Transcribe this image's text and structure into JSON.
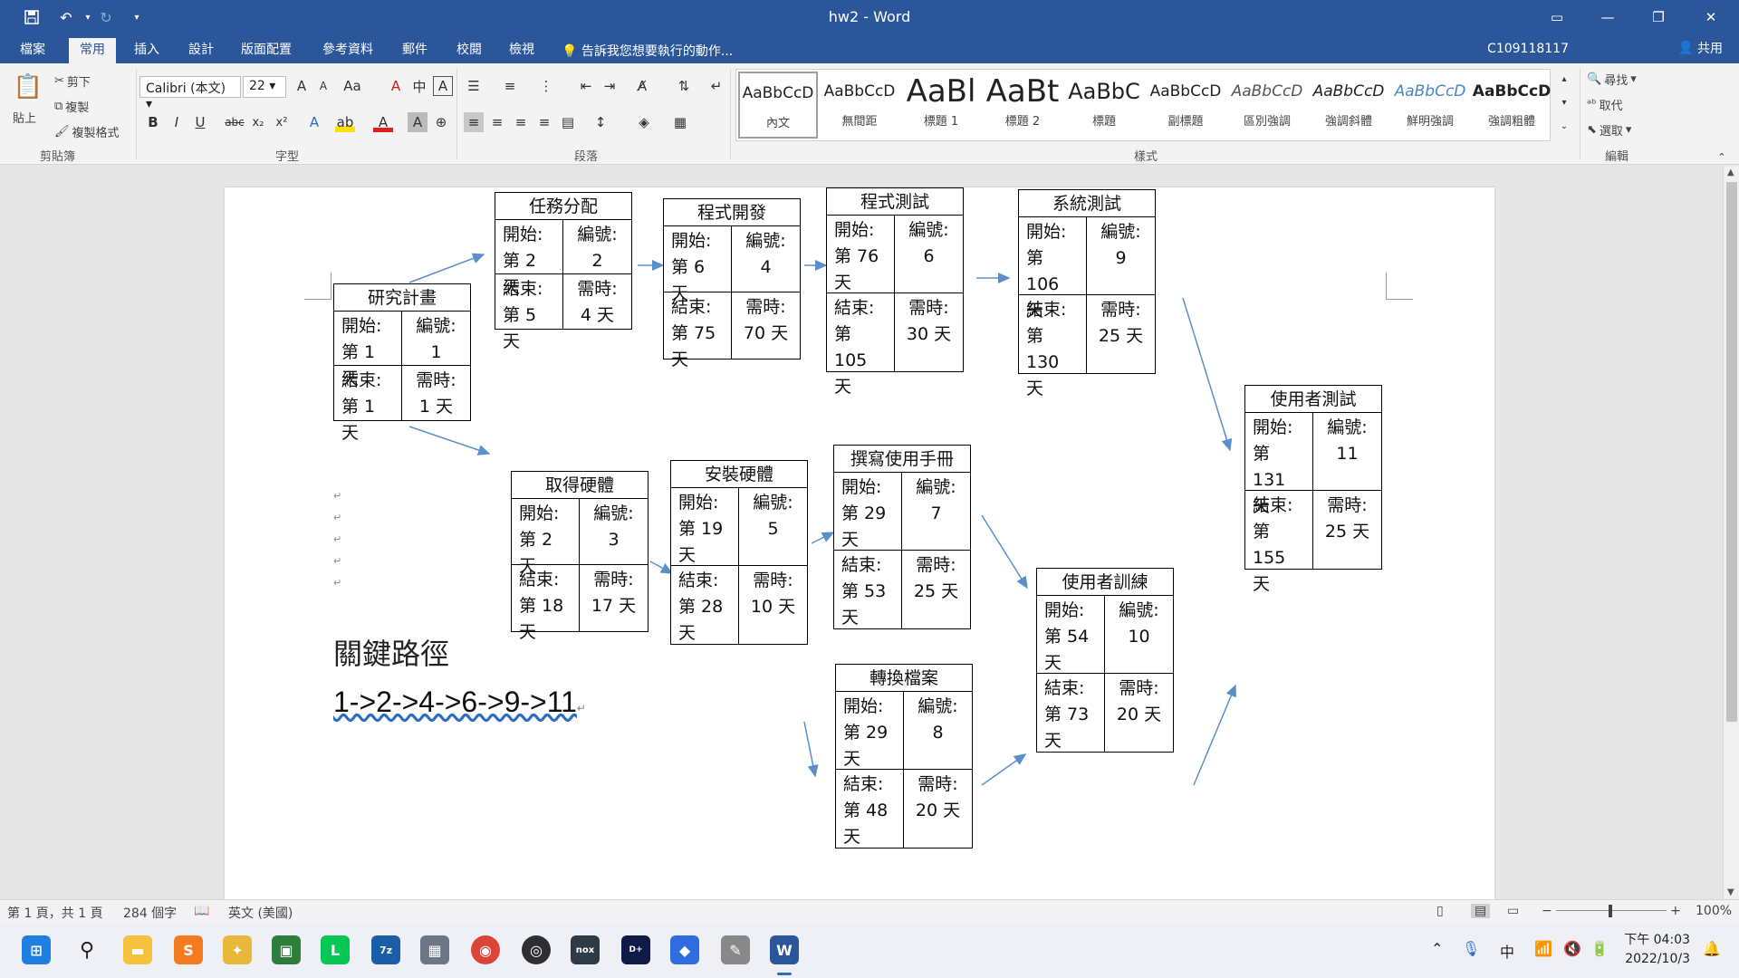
{
  "titlebar": {
    "title": "hw2 - Word",
    "qat": [
      "save-icon",
      "undo-icon",
      "redo-icon",
      "customize-icon"
    ],
    "window_buttons": [
      "ribbon-display-icon",
      "minimize-icon",
      "restore-icon",
      "close-icon"
    ]
  },
  "tabs": {
    "items": [
      "檔案",
      "常用",
      "插入",
      "設計",
      "版面配置",
      "參考資料",
      "郵件",
      "校閱",
      "檢視"
    ],
    "active": "常用",
    "tell_me": "告訴我您想要執行的動作...",
    "user": "C109118117",
    "share": "共用"
  },
  "ribbon": {
    "clipboard": {
      "paste": "貼上",
      "cut": "剪下",
      "copy": "複製",
      "format_painter": "複製格式",
      "label": "剪貼簿"
    },
    "font": {
      "family": "Calibri (本文)",
      "size": "22",
      "label": "字型"
    },
    "paragraph": {
      "label": "段落"
    },
    "styles": {
      "label": "樣式",
      "items": [
        {
          "sample": "AaBbCcD",
          "name": "內文"
        },
        {
          "sample": "AaBbCcD",
          "name": "無間距"
        },
        {
          "sample": "AaBl",
          "name": "標題 1"
        },
        {
          "sample": "AaBt",
          "name": "標題 2"
        },
        {
          "sample": "AaBbC",
          "name": "標題"
        },
        {
          "sample": "AaBbCcD",
          "name": "副標題"
        },
        {
          "sample": "AaBbCcD",
          "name": "區別強調"
        },
        {
          "sample": "AaBbCcD",
          "name": "強調斜體"
        },
        {
          "sample": "AaBbCcD",
          "name": "鮮明強調"
        },
        {
          "sample": "AaBbCcD",
          "name": "強調粗體"
        }
      ]
    },
    "editing": {
      "find": "尋找",
      "replace": "取代",
      "select": "選取",
      "label": "編輯"
    }
  },
  "nodes": [
    {
      "id": "n1",
      "title": "研究計畫",
      "start_label": "開始:",
      "start": "第 1 天",
      "no_label": "編號:",
      "no": "1",
      "end_label": "結束:",
      "end": "第 1 天",
      "dur_label": "需時:",
      "dur": "1 天"
    },
    {
      "id": "n2",
      "title": "任務分配",
      "start_label": "開始:",
      "start": "第 2 天",
      "no_label": "編號:",
      "no": "2",
      "end_label": "結束:",
      "end": "第 5 天",
      "dur_label": "需時:",
      "dur": "4 天"
    },
    {
      "id": "n3",
      "title": "取得硬體",
      "start_label": "開始:",
      "start": "第 2 天",
      "no_label": "編號:",
      "no": "3",
      "end_label": "結束:",
      "end": "第 18 天",
      "dur_label": "需時:",
      "dur": "17 天"
    },
    {
      "id": "n4",
      "title": "程式開發",
      "start_label": "開始:",
      "start": "第 6 天",
      "no_label": "編號:",
      "no": "4",
      "end_label": "結束:",
      "end": "第 75 天",
      "dur_label": "需時:",
      "dur": "70 天"
    },
    {
      "id": "n5",
      "title": "安裝硬體",
      "start_label": "開始:",
      "start": "第 19 天",
      "no_label": "編號:",
      "no": "5",
      "end_label": "結束:",
      "end": "第 28 天",
      "dur_label": "需時:",
      "dur": "10 天"
    },
    {
      "id": "n6",
      "title": "程式測試",
      "start_label": "開始:",
      "start": "第 76 天",
      "no_label": "編號:",
      "no": "6",
      "end_label": "結束:",
      "end": "第 105 天",
      "dur_label": "需時:",
      "dur": "30 天"
    },
    {
      "id": "n7",
      "title": "撰寫使用手冊",
      "start_label": "開始:",
      "start": "第 29 天",
      "no_label": "編號:",
      "no": "7",
      "end_label": "結束:",
      "end": "第 53 天",
      "dur_label": "需時:",
      "dur": "25 天"
    },
    {
      "id": "n8",
      "title": "轉換檔案",
      "start_label": "開始:",
      "start": "第 29 天",
      "no_label": "編號:",
      "no": "8",
      "end_label": "結束:",
      "end": "第 48 天",
      "dur_label": "需時:",
      "dur": "20 天"
    },
    {
      "id": "n9",
      "title": "系統測試",
      "start_label": "開始:",
      "start": "第 106 天",
      "no_label": "編號:",
      "no": "9",
      "end_label": "結束:",
      "end": "第 130 天",
      "dur_label": "需時:",
      "dur": "25 天"
    },
    {
      "id": "n10",
      "title": "使用者訓練",
      "start_label": "開始:",
      "start": "第 54 天",
      "no_label": "編號:",
      "no": "10",
      "end_label": "結束:",
      "end": "第 73 天",
      "dur_label": "需時:",
      "dur": "20 天"
    },
    {
      "id": "n11",
      "title": "使用者測試",
      "start_label": "開始:",
      "start": "第 131 天",
      "no_label": "編號:",
      "no": "11",
      "end_label": "結束:",
      "end": "第 155 天",
      "dur_label": "需時:",
      "dur": "25 天"
    }
  ],
  "document": {
    "heading": "關鍵路徑",
    "critical_path": "1->2->4->6->9->11",
    "paragraph_mark": "↵",
    "arrow_color": "#5b8fc9"
  },
  "statusbar": {
    "page": "第 1 頁，共 1 頁",
    "words": "284 個字",
    "language": "英文 (美國)",
    "zoom": "100%"
  },
  "taskbar": {
    "ime": "中",
    "time": "下午 04:03",
    "date": "2022/10/3"
  }
}
